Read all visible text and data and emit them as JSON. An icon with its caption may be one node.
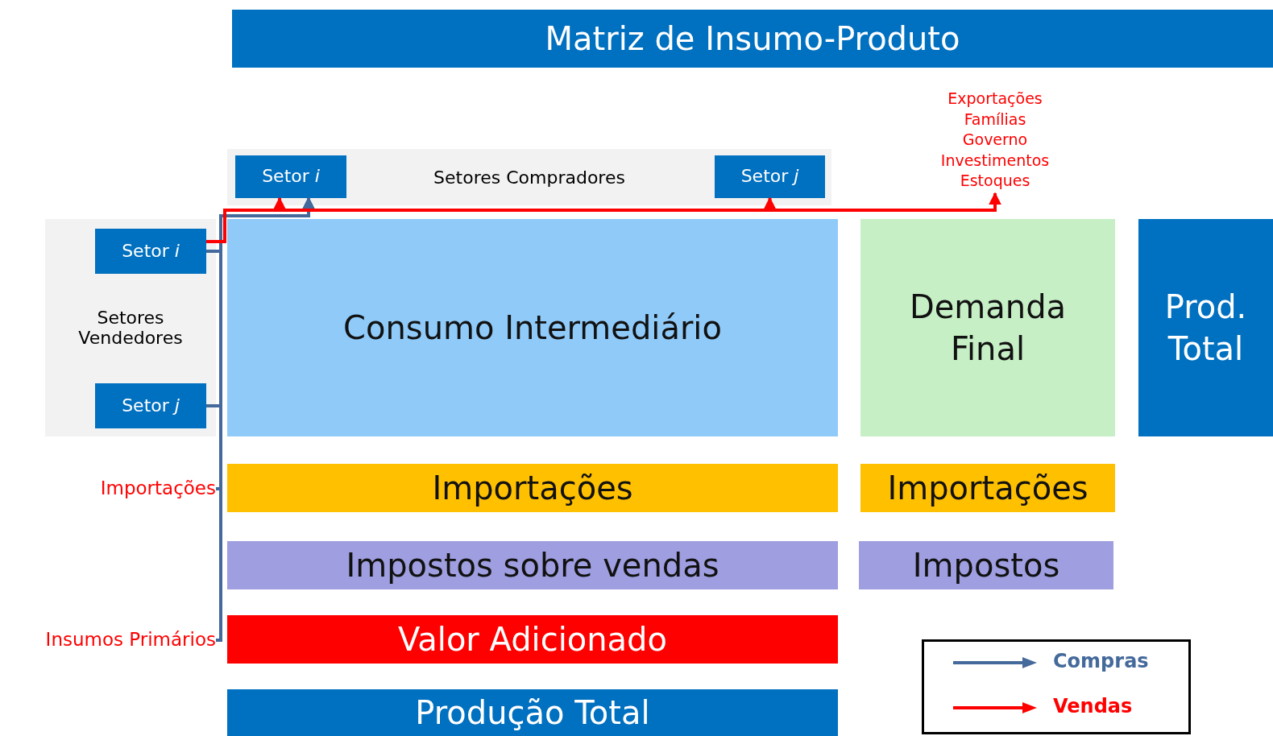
{
  "diagram": {
    "title": "Matriz de Insumo-Produto",
    "nodes": [
      {
        "text": [
          "Setores Compradores"
        ]
      },
      {
        "text": [
          "Setor *i*"
        ],
        "in": 0
      },
      {
        "text": [
          "Setor *j*"
        ],
        "in": 0
      },
      {
        "text": [
          "Setores Vendedores"
        ]
      },
      {
        "text": [
          "Setor *i*"
        ],
        "in": 3
      },
      {
        "text": [
          "Setor *j*"
        ],
        "in": 3
      },
      {
        "text": [
          "Consumo Intermediário"
        ]
      },
      {
        "text": [
          "Exportações",
          "Famílias",
          "Governo",
          "Investimentos",
          "Estoques"
        ]
      },
      {
        "text": [
          "Demanda Final"
        ]
      },
      {
        "text": [
          "Prod. Total"
        ]
      },
      {
        "text": [
          "Importações"
        ]
      },
      {
        "text": [
          "Importações"
        ]
      },
      {
        "text": [
          "Importações"
        ]
      },
      {
        "text": [
          "Impostos sobre vendas"
        ]
      },
      {
        "text": [
          "Impostos"
        ]
      },
      {
        "text": [
          "Insumos Primários"
        ]
      },
      {
        "text": [
          "Valor Adicionado"
        ]
      },
      {
        "text": [
          "Produção Total"
        ]
      }
    ],
    "edges": [
      {
        "from": 4,
        "to": 1,
        "arrow": "to"
      },
      {
        "from": 5,
        "to": 1,
        "arrow": "to"
      },
      {
        "from": 10,
        "to": 1,
        "arrow": "to"
      },
      {
        "from": 15,
        "to": 1,
        "arrow": "to"
      },
      {
        "from": 4,
        "to": 1,
        "arrow": "to",
        "color": "#ff0000"
      },
      {
        "from": 4,
        "to": 2,
        "arrow": "to",
        "color": "#ff0000"
      },
      {
        "from": 4,
        "to": 7,
        "arrow": "to",
        "color": "#ff0000"
      }
    ],
    "legend": [
      {
        "text": "Compras"
      },
      {
        "text": "Vendas"
      }
    ]
  }
}
